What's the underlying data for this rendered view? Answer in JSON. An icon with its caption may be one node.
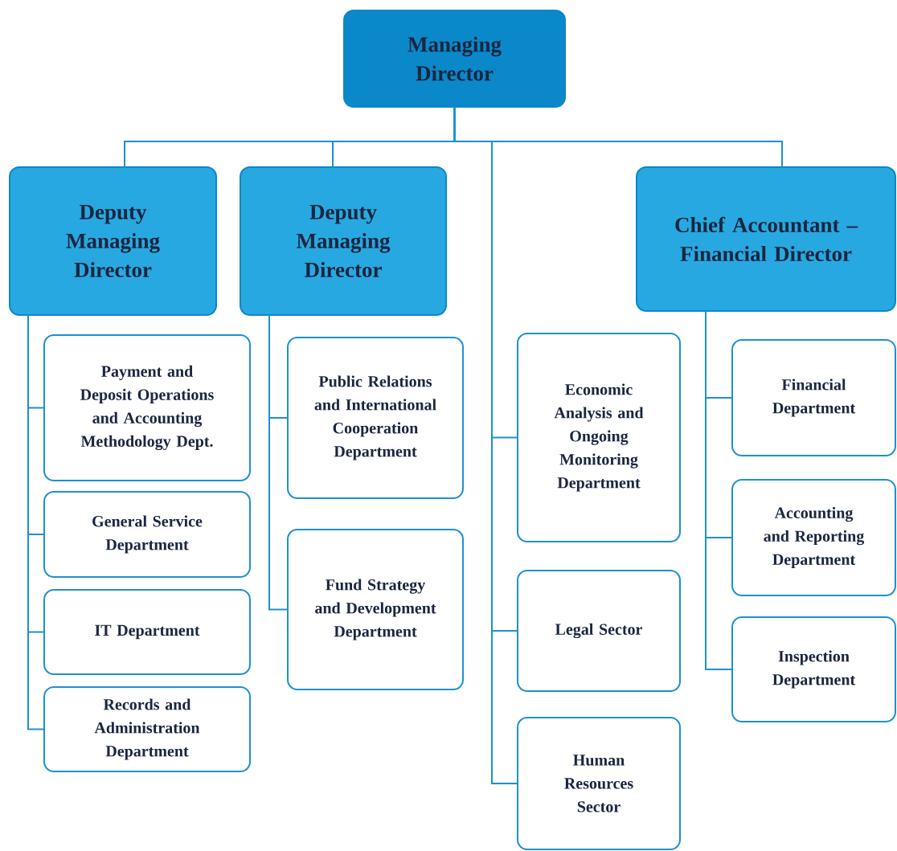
{
  "diagram": {
    "nodes": [
      {
        "text": [
          "Managing Director"
        ]
      },
      {
        "text": [
          "Deputy Managing Director"
        ]
      },
      {
        "text": [
          "Deputy Managing Director"
        ]
      },
      {
        "text": [
          "Chief Accountant – Financial Director"
        ]
      },
      {
        "text": [
          "Payment and Deposit Operations and Accounting Methodology Dept."
        ]
      },
      {
        "text": [
          "General Service Department"
        ]
      },
      {
        "text": [
          "IT Department"
        ]
      },
      {
        "text": [
          "Records and Administration Department"
        ]
      },
      {
        "text": [
          "Public Relations and International Cooperation Department"
        ]
      },
      {
        "text": [
          "Fund Strategy and Development Department"
        ]
      },
      {
        "text": [
          "Economic Analysis and Ongoing Monitoring Department"
        ]
      },
      {
        "text": [
          "Legal Sector"
        ]
      },
      {
        "text": [
          "Human Resources Sector"
        ]
      },
      {
        "text": [
          "Financial Department"
        ]
      },
      {
        "text": [
          "Accounting and Reporting Department"
        ]
      },
      {
        "text": [
          "Inspection Department"
        ]
      }
    ],
    "edges": [
      {
        "from": 0,
        "to": 1,
        "arrow": "none"
      },
      {
        "from": 0,
        "to": 2,
        "arrow": "none"
      },
      {
        "from": 0,
        "to": 10,
        "arrow": "none"
      },
      {
        "from": 0,
        "to": 11,
        "arrow": "none"
      },
      {
        "from": 0,
        "to": 12,
        "arrow": "none"
      },
      {
        "from": 0,
        "to": 3,
        "arrow": "none"
      },
      {
        "from": 1,
        "to": 4,
        "arrow": "none"
      },
      {
        "from": 1,
        "to": 5,
        "arrow": "none"
      },
      {
        "from": 1,
        "to": 6,
        "arrow": "none"
      },
      {
        "from": 1,
        "to": 7,
        "arrow": "none"
      },
      {
        "from": 2,
        "to": 8,
        "arrow": "none"
      },
      {
        "from": 2,
        "to": 9,
        "arrow": "none"
      },
      {
        "from": 3,
        "to": 13,
        "arrow": "none"
      },
      {
        "from": 3,
        "to": 14,
        "arrow": "none"
      },
      {
        "from": 3,
        "to": 15,
        "arrow": "none"
      }
    ]
  }
}
